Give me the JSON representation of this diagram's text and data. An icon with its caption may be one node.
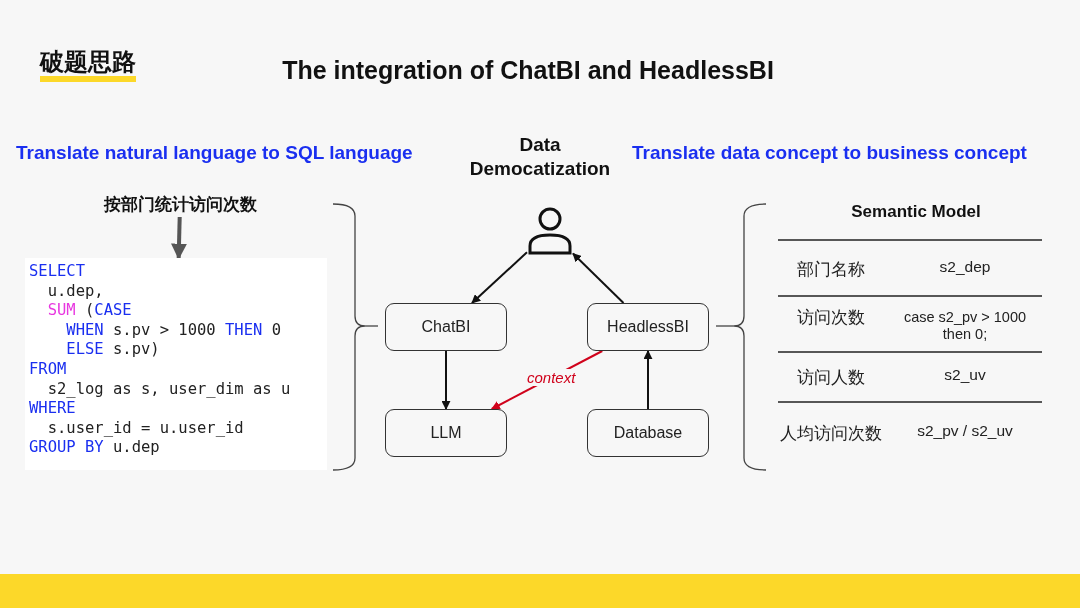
{
  "diagram": {
    "title": "The integration of ChatBI and HeadlessBI",
    "nodes": [
      {
        "text": [
          "按部门统计访问次数"
        ]
      },
      {
        "text": [
          "SELECT",
          "  u.dep,",
          "  SUM (CASE",
          "    WHEN s.pv > 1000 THEN 0",
          "    ELSE s.pv)",
          "FROM",
          "  s2_log as s, user_dim as u",
          "WHERE",
          "  s.user_id = u.user_id",
          "GROUP BY u.dep"
        ]
      },
      {
        "text": [],
        "shape": "person"
      },
      {
        "text": [
          "ChatBI"
        ]
      },
      {
        "text": [
          "HeadlessBI"
        ]
      },
      {
        "text": [
          "LLM"
        ]
      },
      {
        "text": [
          "Database"
        ]
      }
    ],
    "edges": [
      {
        "from": 0,
        "to": 1,
        "arrow": "to",
        "style": "thick",
        "color": "#555555"
      },
      {
        "from": 2,
        "to": 3,
        "arrow": "to"
      },
      {
        "from": 4,
        "to": 2,
        "arrow": "to"
      },
      {
        "from": 3,
        "to": 5,
        "arrow": "to"
      },
      {
        "from": 4,
        "to": 5,
        "arrow": "to",
        "label": "context",
        "color": "#d0021b"
      },
      {
        "from": 6,
        "to": 4,
        "arrow": "to"
      }
    ],
    "labels": [
      "破题思路",
      "Translate natural language to SQL language",
      "Data Democatization",
      "Translate data concept to business concept",
      "Semantic Model",
      "部门名称",
      "s2_dep",
      "访问次数",
      "case s2_pv > 1000 then 0;",
      "访问人数",
      "s2_uv",
      "人均访问次数",
      "s2_pv / s2_uv"
    ]
  }
}
